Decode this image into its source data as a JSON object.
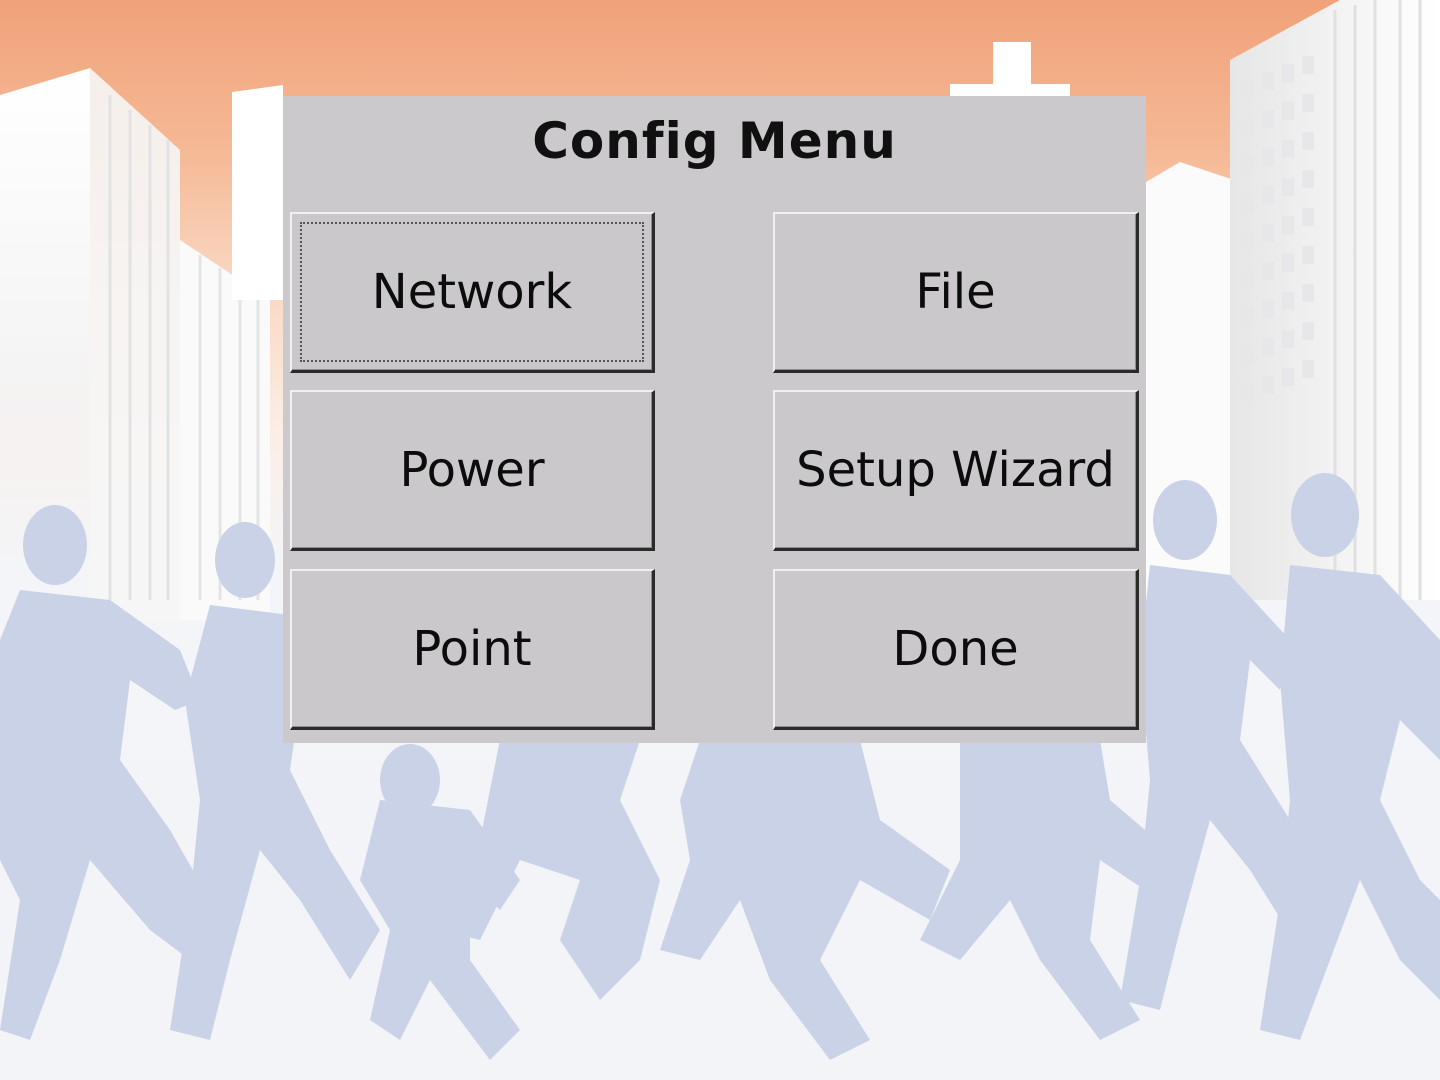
{
  "dialog": {
    "title": "Config Menu"
  },
  "buttons": {
    "network": "Network",
    "file": "File",
    "power": "Power",
    "setup_wizard": "Setup Wizard",
    "point": "Point",
    "done": "Done"
  },
  "focused_button": "network",
  "colors": {
    "dialog_bg": "#cbc9cc",
    "sky_top": "#f0a27a",
    "building": "#ffffff",
    "runner_silhouette": "#c9d2e6"
  }
}
